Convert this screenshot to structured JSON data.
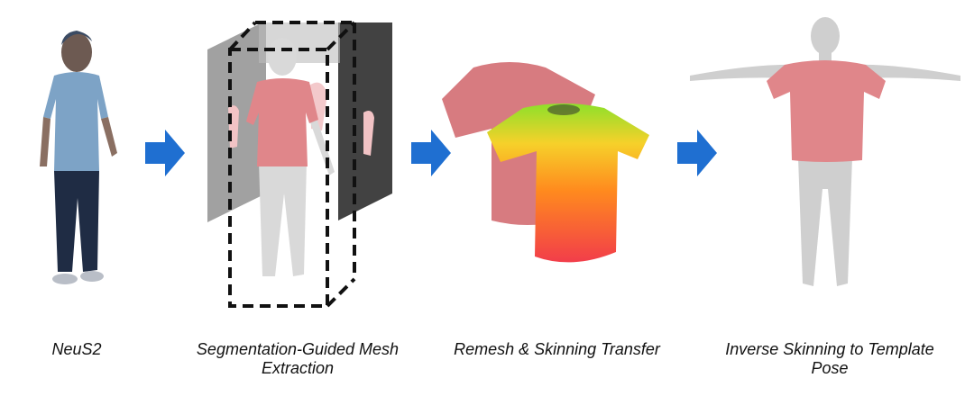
{
  "pipeline": {
    "stages": [
      {
        "caption": "NeuS2"
      },
      {
        "caption": "Segmentation-Guided Mesh\nExtraction"
      },
      {
        "caption": "Remesh & Skinning Transfer"
      },
      {
        "caption": "Inverse Skinning to Template\nPose"
      }
    ],
    "colors": {
      "arrow": "#1f6fd1",
      "garment_pink": "#e0868a",
      "body_gray": "#d9d9d9",
      "jeans": "#1f2c44",
      "shirt_blue": "#7da3c6",
      "plane_gray": "#8a8a8a",
      "plane_dark": "#2e2e2e",
      "skin_red": "#f23d4a",
      "skin_orange": "#ff8a1e",
      "skin_yellow": "#f6d12a",
      "skin_green": "#8de02a"
    }
  }
}
